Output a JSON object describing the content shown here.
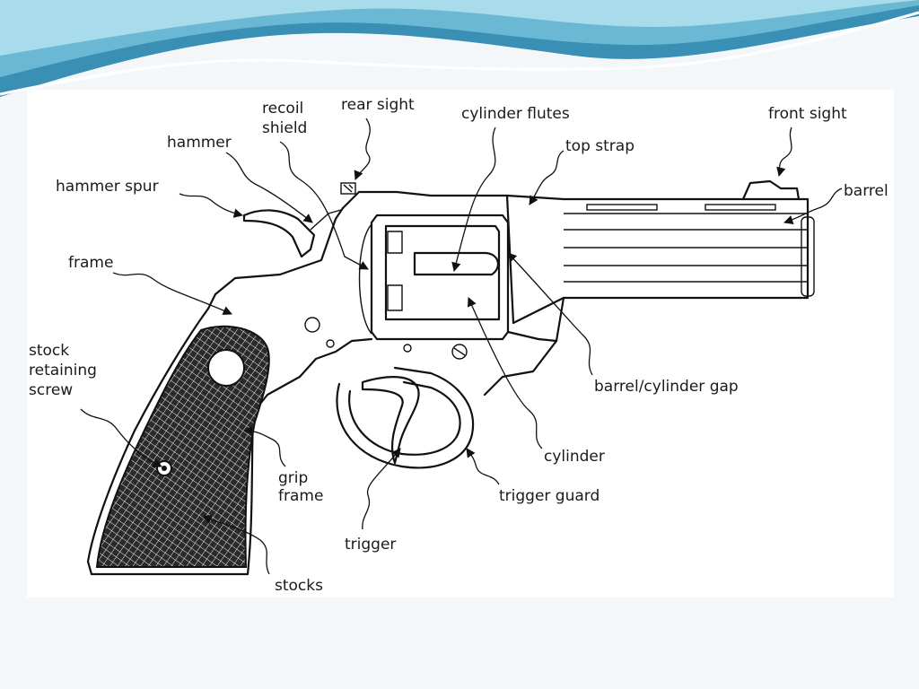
{
  "theme": {
    "banner_dark": "#3a8fb5",
    "banner_light": "#a9dcea",
    "page_bg": "#f4f7f9",
    "panel_bg": "#ffffff",
    "ink": "#111111"
  },
  "labels": {
    "recoil_shield": [
      "recoil",
      "shield"
    ],
    "rear_sight": "rear sight",
    "cylinder_flutes": "cylinder flutes",
    "front_sight": "front sight",
    "hammer": "hammer",
    "top_strap": "top strap",
    "hammer_spur": "hammer spur",
    "barrel": "barrel",
    "frame": "frame",
    "stock_retaining_screw": [
      "stock",
      "retaining",
      "screw"
    ],
    "barrel_cylinder_gap": "barrel/cylinder gap",
    "grip_frame": [
      "grip",
      "frame"
    ],
    "cylinder": "cylinder",
    "trigger_guard": "trigger guard",
    "trigger": "trigger",
    "stocks": "stocks"
  }
}
